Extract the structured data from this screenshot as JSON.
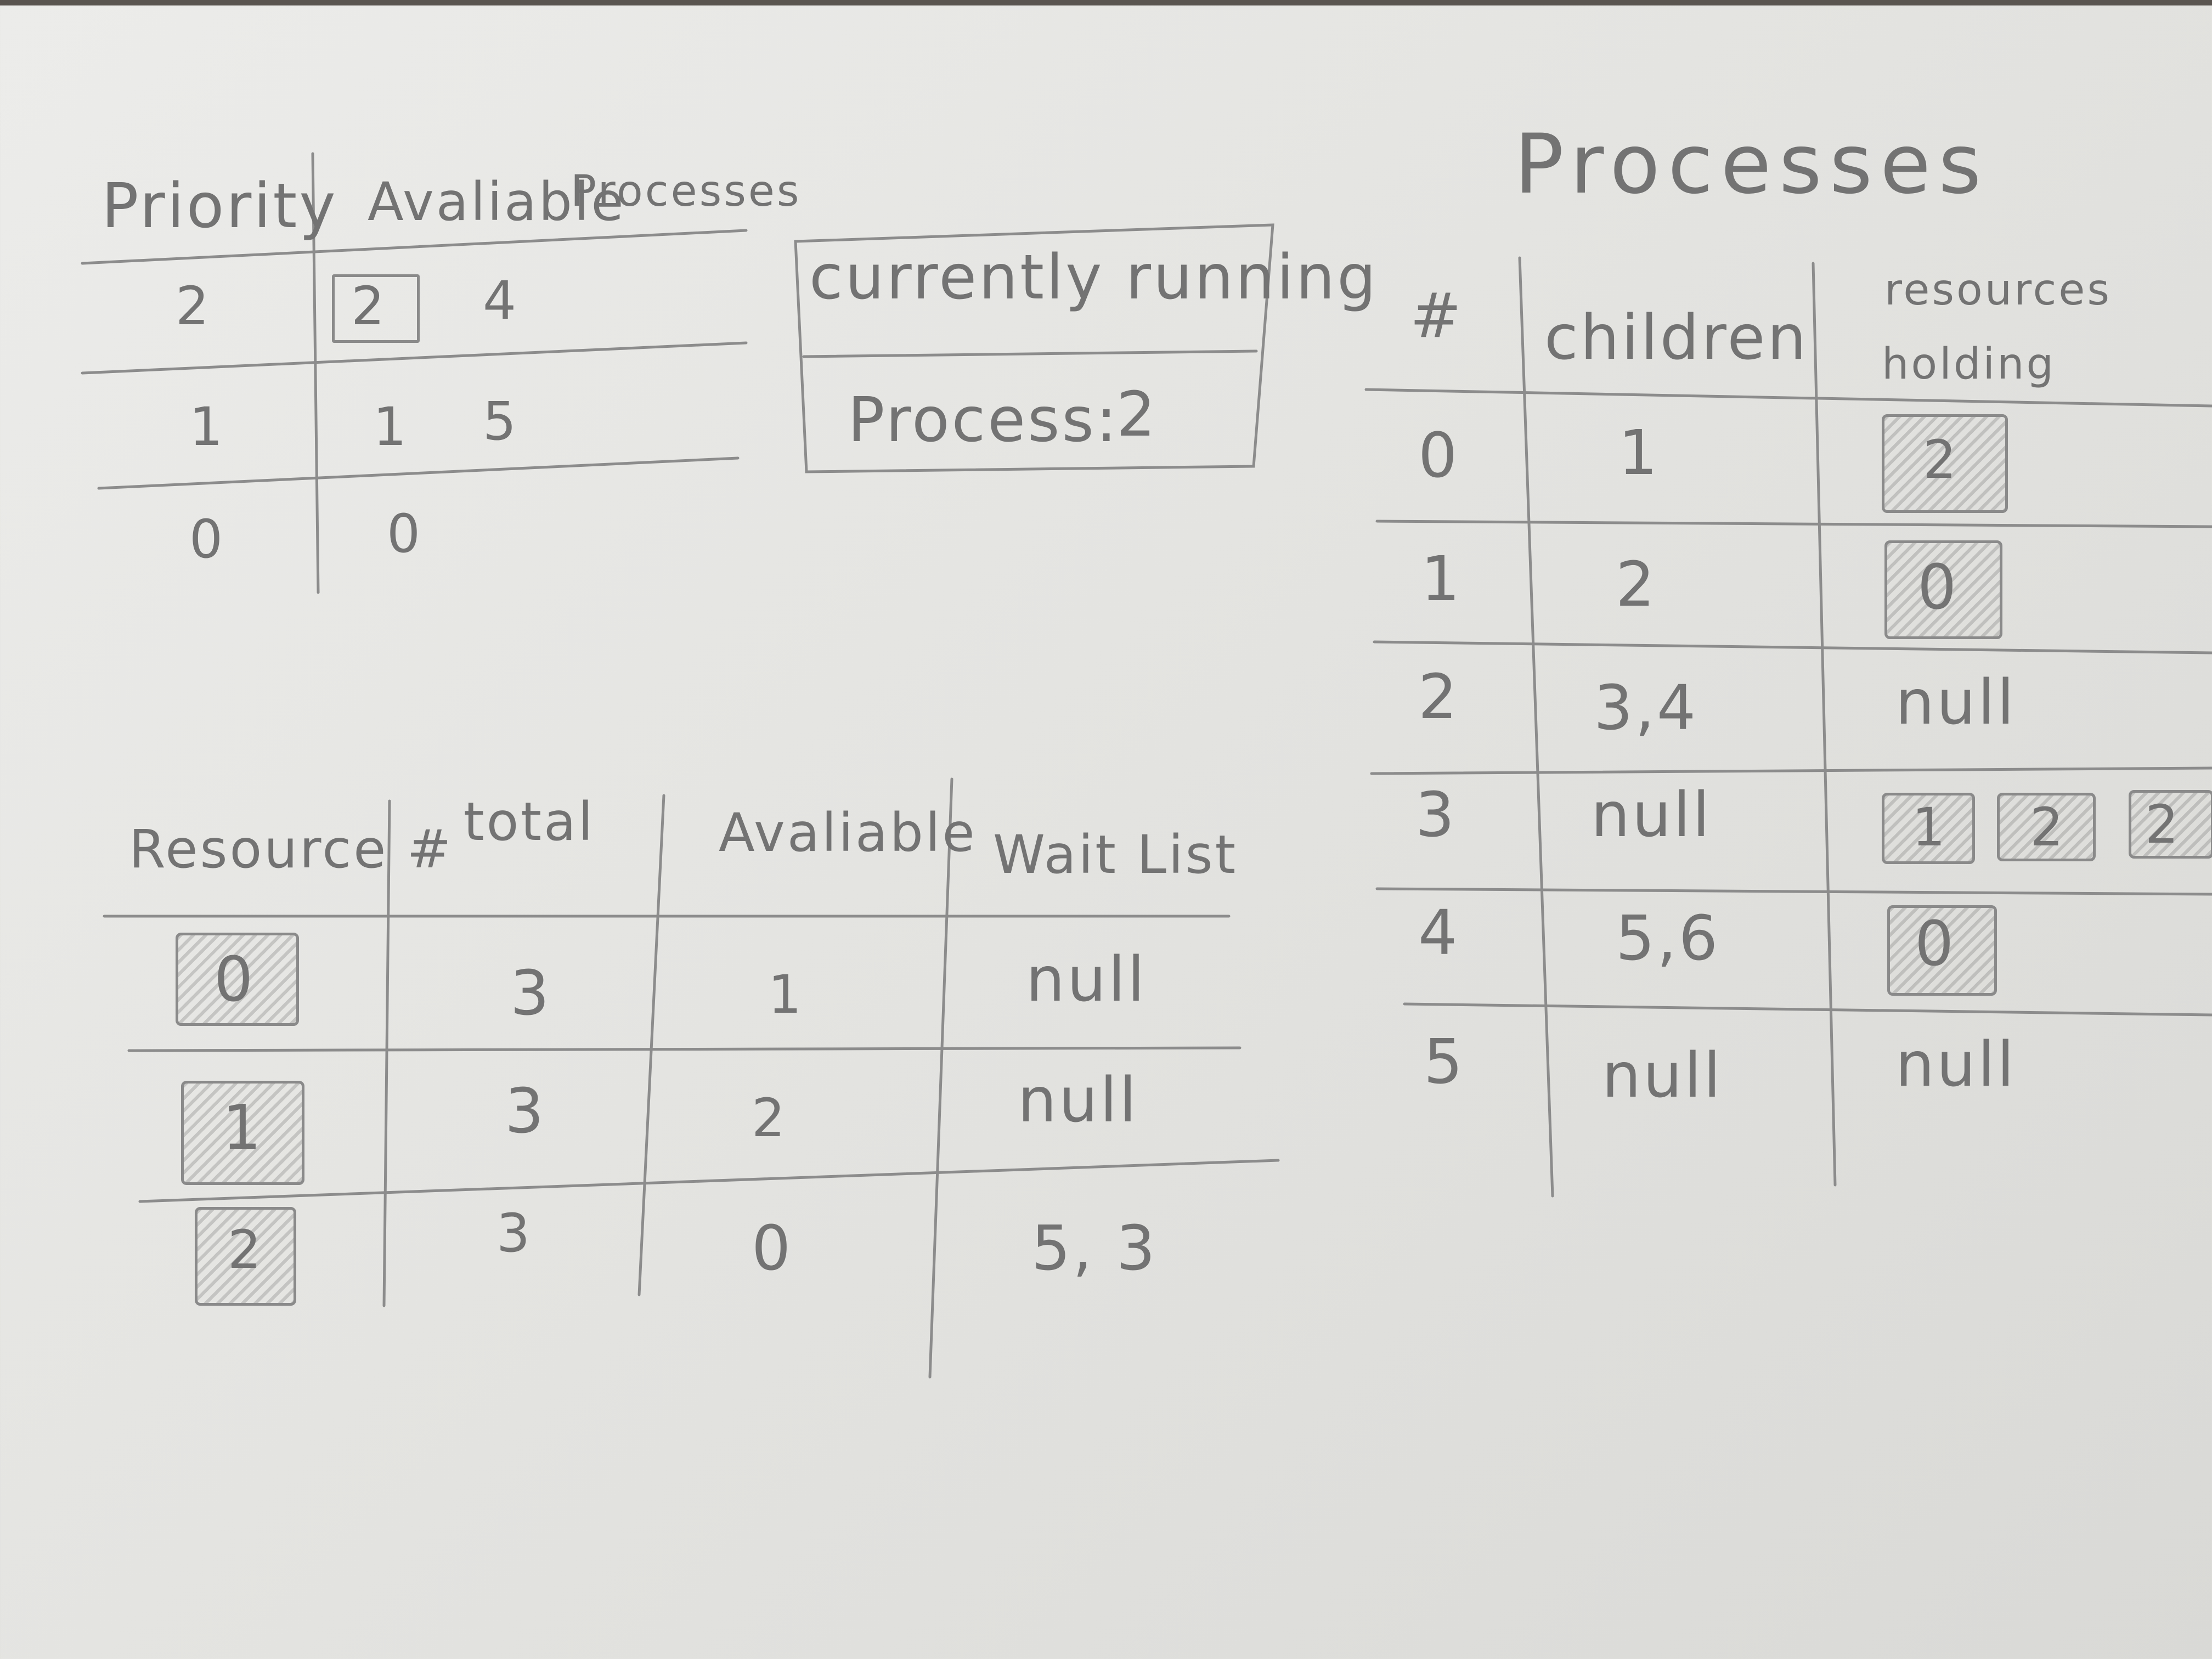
{
  "priority_table": {
    "header_priority": "Priority",
    "header_available": "Avaliable",
    "header_processes": "Processes",
    "rows": [
      {
        "priority": "2",
        "processes": "2",
        "processes_2": "4"
      },
      {
        "priority": "1",
        "processes": "1",
        "processes_2": "5"
      },
      {
        "priority": "0",
        "processes": "0"
      }
    ]
  },
  "running_box": {
    "title": "currently running",
    "process_label": "Process:",
    "process_value": "2"
  },
  "resource_table": {
    "header_resource": "Resource #",
    "header_total": "total",
    "header_available": "Avaliable",
    "header_wait": "Wait List",
    "rows": [
      {
        "id": "0",
        "total": "3",
        "available": "1",
        "wait": "null"
      },
      {
        "id": "1",
        "total": "3",
        "available": "2",
        "wait": "null"
      },
      {
        "id": "2",
        "total": "3",
        "available": "0",
        "wait": "5, 3"
      }
    ]
  },
  "processes_table": {
    "title": "Processes",
    "header_num": "#",
    "header_children": "children",
    "header_resources_1": "resources",
    "header_resources_2": "holding",
    "rows": [
      {
        "num": "0",
        "children": "1",
        "holding": [
          "2"
        ]
      },
      {
        "num": "1",
        "children": "2",
        "holding": [
          "0"
        ]
      },
      {
        "num": "2",
        "children": "3,4",
        "holding_text": "null"
      },
      {
        "num": "3",
        "children": "null",
        "holding": [
          "1",
          "2",
          "2"
        ]
      },
      {
        "num": "4",
        "children": "5,6",
        "holding": [
          "0"
        ]
      },
      {
        "num": "5",
        "children": "null",
        "holding_text": "null"
      }
    ]
  },
  "colors": {
    "paper": "#e6e6e3",
    "pencil": "#737373"
  }
}
